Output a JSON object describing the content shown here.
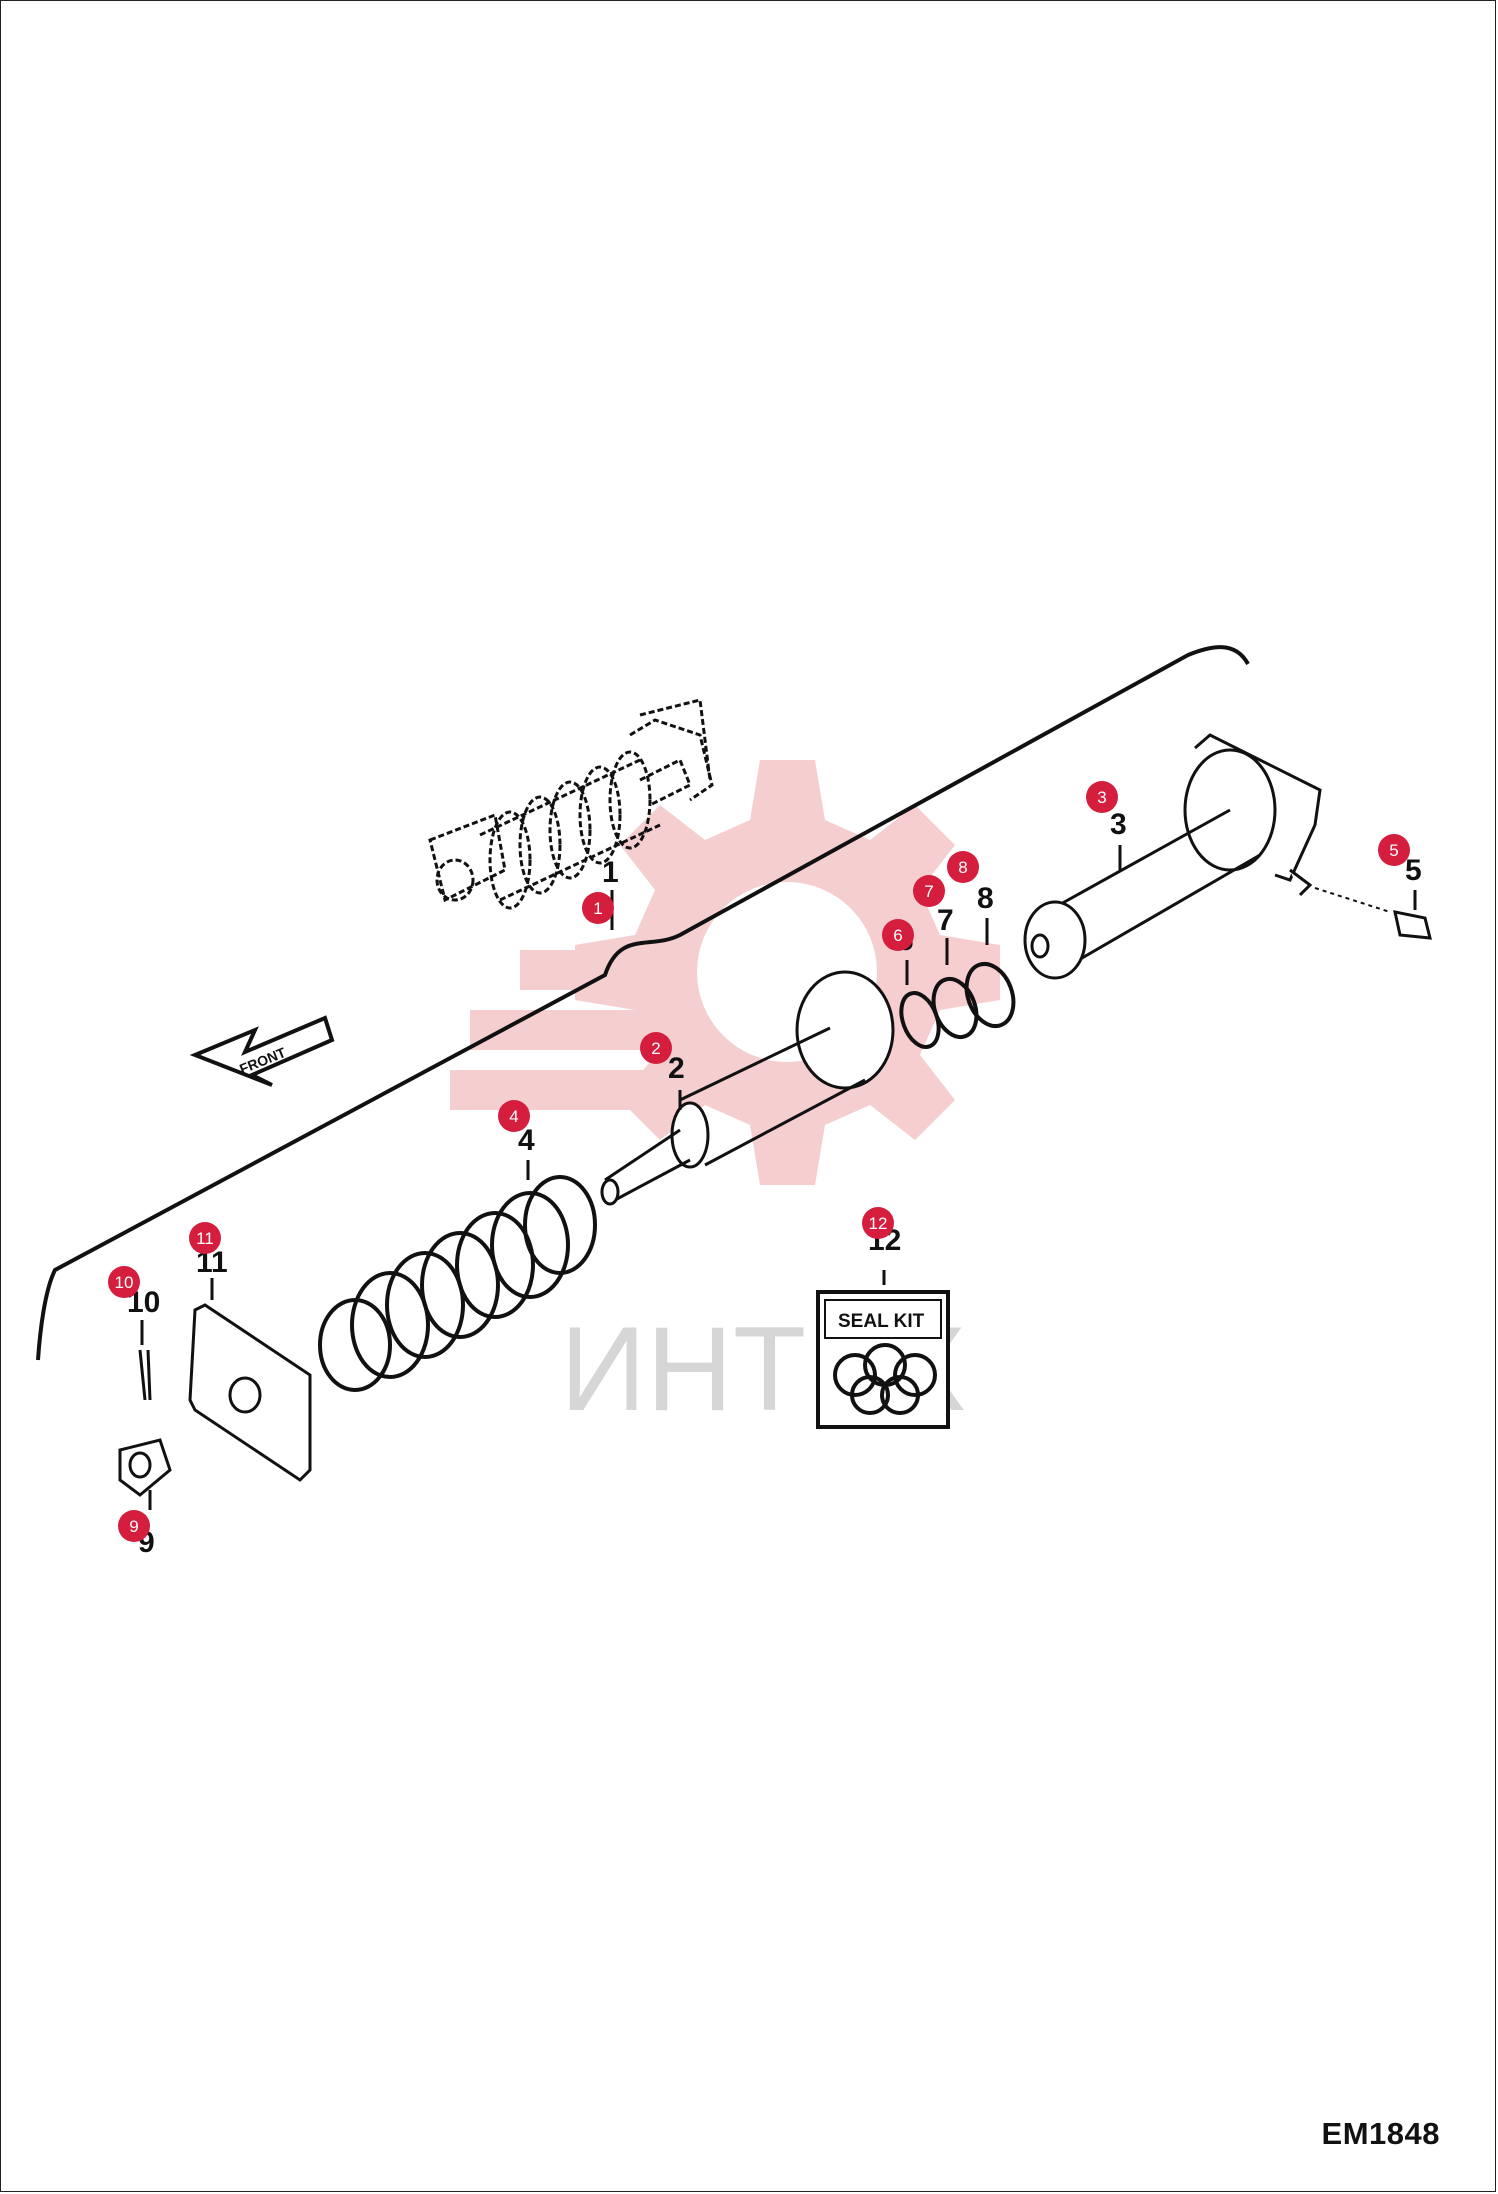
{
  "diagram_code": "EM1848",
  "watermark": "ИНТЕХ",
  "front_arrow_label": "FRONT",
  "seal_kit_label": "SEAL KIT",
  "colors": {
    "badge": "#d51d3e",
    "line": "#111111",
    "watermark_gear": "#f4c6c8"
  },
  "parts": [
    {
      "id": "1",
      "label": "1"
    },
    {
      "id": "2",
      "label": "2"
    },
    {
      "id": "3",
      "label": "3"
    },
    {
      "id": "4",
      "label": "4"
    },
    {
      "id": "5",
      "label": "5"
    },
    {
      "id": "6",
      "label": "6"
    },
    {
      "id": "7",
      "label": "7"
    },
    {
      "id": "8",
      "label": "8"
    },
    {
      "id": "9",
      "label": "9"
    },
    {
      "id": "10",
      "label": "10"
    },
    {
      "id": "11",
      "label": "11"
    },
    {
      "id": "12",
      "label": "12"
    }
  ]
}
